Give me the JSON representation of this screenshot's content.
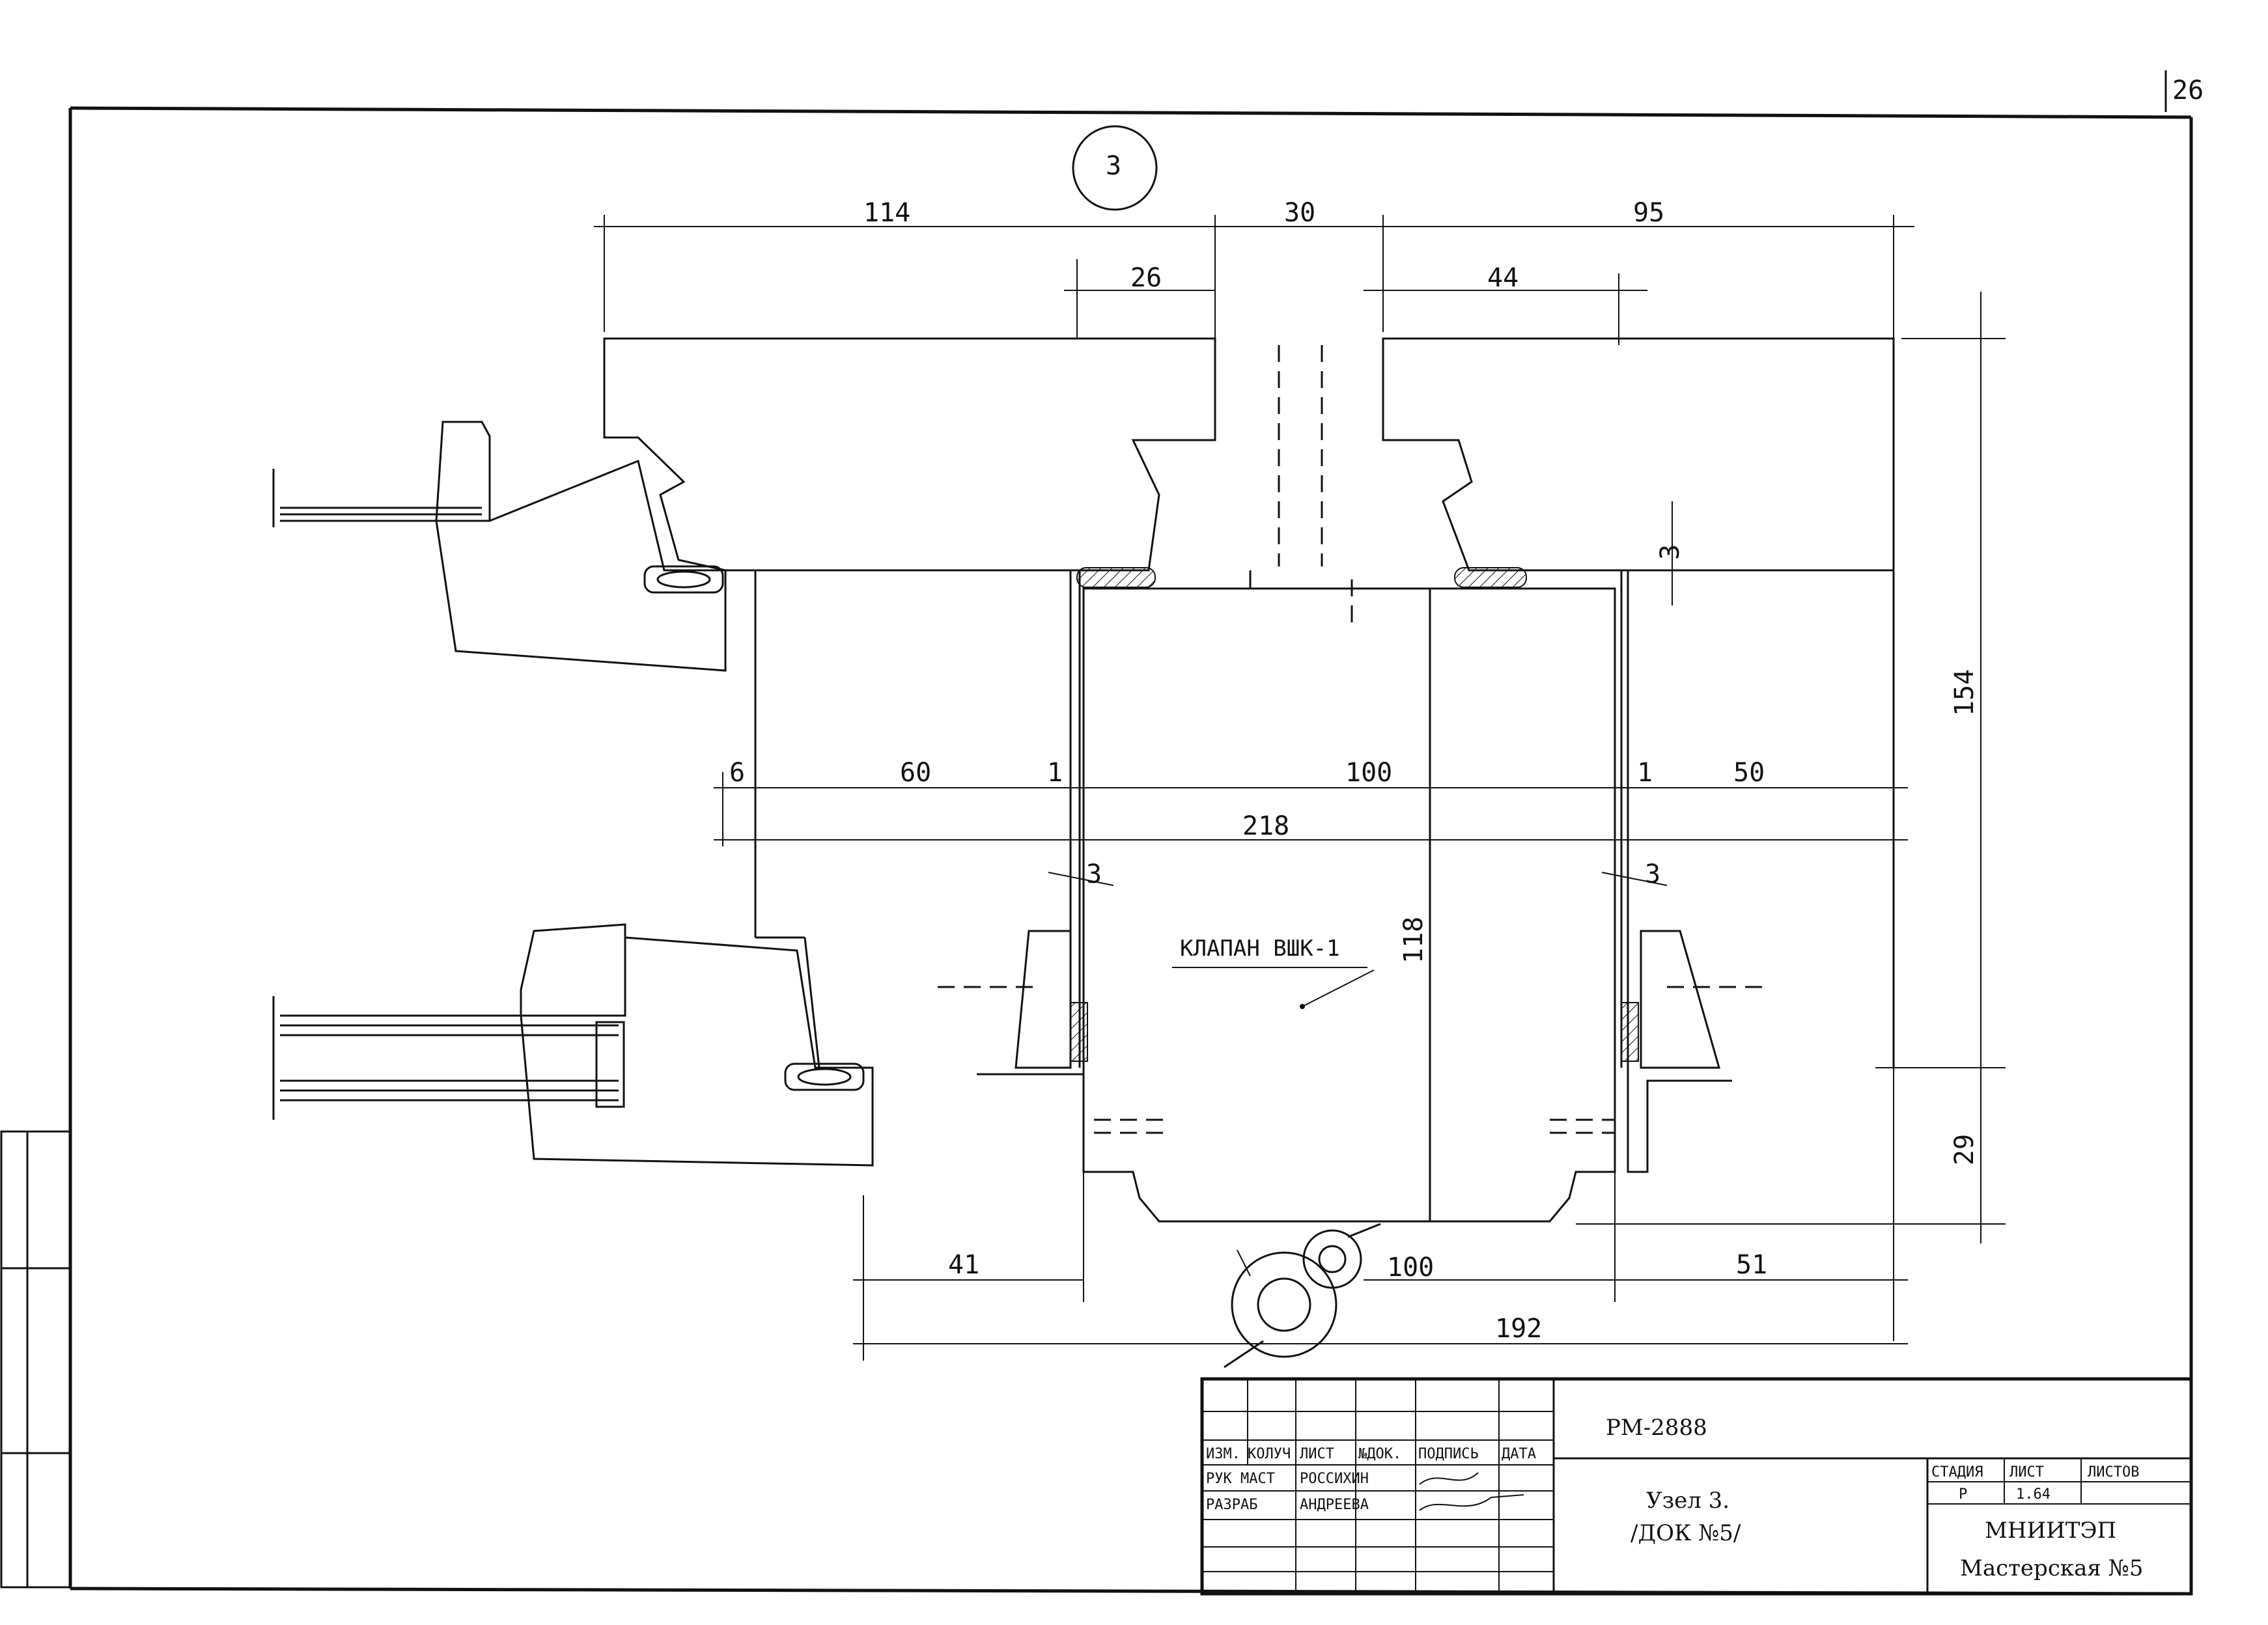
{
  "sheet": {
    "page_number": "26"
  },
  "node_circle": "3",
  "dimensions": {
    "top_114": "114",
    "top_30": "30",
    "top_95": "95",
    "top_26": "26",
    "top_44": "44",
    "right_154": "154",
    "right_3": "3",
    "right_29": "29",
    "mid_6": "6",
    "mid_60": "60",
    "mid_1a": "1",
    "mid_100": "100",
    "mid_1b": "1",
    "mid_50": "50",
    "mid_218": "218",
    "low_3a": "3",
    "low_3b": "3",
    "vert_118": "118",
    "bot_41": "41",
    "bot_100": "100",
    "bot_51": "51",
    "bot_192": "192"
  },
  "label": {
    "valve": "КЛАПАН ВШК-1"
  },
  "title_block": {
    "doc_code": "РМ-2888",
    "headers": [
      "ИЗМ.",
      "КОЛУЧ",
      "ЛИСТ",
      "№ДОК.",
      "ПОДПИСЬ",
      "ДАТА"
    ],
    "row1_role": "РУК МАСТ",
    "row1_name": "РОССИХИН",
    "row2_role": "РАЗРАБ",
    "row2_name": "АНДРЕЕВА",
    "title_line1": "Узел 3.",
    "title_line2": "/ДОК №5/",
    "stage_label": "СТАДИЯ",
    "sheet_label": "ЛИСТ",
    "sheets_label": "ЛИСТОВ",
    "stage_value": "Р",
    "sheet_value": "1.64",
    "org_line1": "МНИИТЭП",
    "org_line2": "Мастерская №5"
  }
}
